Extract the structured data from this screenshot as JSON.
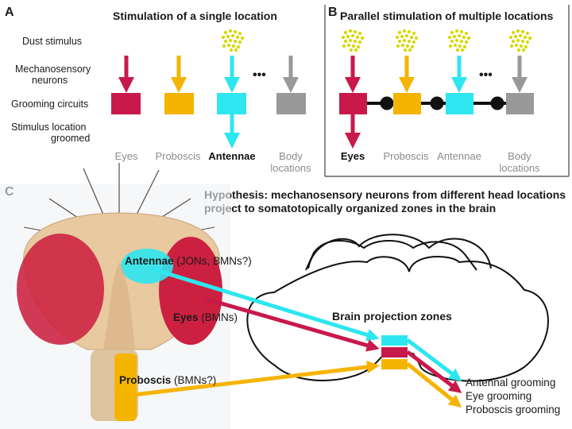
{
  "panels": {
    "a": {
      "letter": "A",
      "title": "Stimulation of a single location"
    },
    "b": {
      "letter": "B",
      "title": "Parallel stimulation of multiple locations"
    },
    "c": {
      "letter": "C"
    }
  },
  "rows": {
    "dust": "Dust stimulus",
    "mech1": "Mechanosensory",
    "mech2": "neurons",
    "circuits": "Grooming circuits",
    "loc1": "Stimulus location",
    "loc2": "groomed"
  },
  "labels_a": {
    "eyes": "Eyes",
    "proboscis": "Proboscis",
    "antennae": "Antennae",
    "body1": "Body",
    "body2": "locations"
  },
  "labels_b": {
    "eyes": "Eyes",
    "proboscis": "Proboscis",
    "antennae": "Antennae",
    "body1": "Body",
    "body2": "locations"
  },
  "ellipsis": "•••",
  "hypothesis": {
    "line1": "Hypothesis: mechanosensory neurons from different head locations",
    "line2": "project to somatotopically organized zones in the brain"
  },
  "fly_labels": {
    "antennae_bold": "Antennae",
    "antennae_rest": " (JONs, BMNs?)",
    "eyes_bold": "Eyes",
    "eyes_rest": " (BMNs)",
    "proboscis_bold": "Proboscis",
    "proboscis_rest": " (BMNs?)"
  },
  "brain_zones_title": "Brain projection zones",
  "grooming": {
    "antennal": "Antennal grooming",
    "eye": "Eye grooming",
    "proboscis": "Proboscis grooming"
  },
  "colors": {
    "eyes": "#c8194b",
    "proboscis": "#f5b400",
    "antennae": "#2ee6ef",
    "body": "#999999",
    "dust": "#d8d800",
    "fly_body": "#e6c8a0",
    "fly_eye": "#cc2040"
  }
}
